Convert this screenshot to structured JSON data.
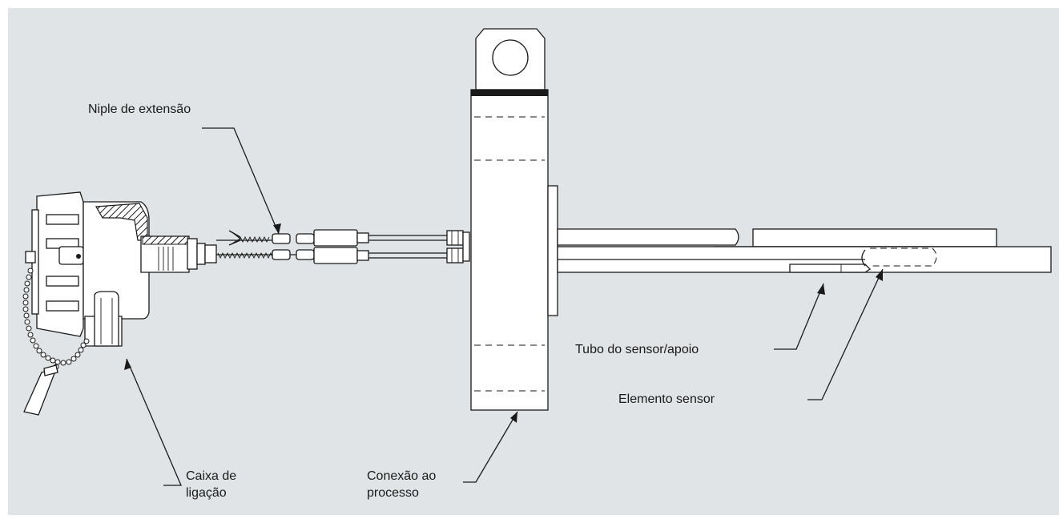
{
  "labels": {
    "niple": "Niple de extensão",
    "caixa_line1": "Caixa de",
    "caixa_line2": "ligação",
    "conexao_line1": "Conexão ao",
    "conexao_line2": "processo",
    "tubo": "Tubo do sensor/apoio",
    "elemento": "Elemento sensor"
  },
  "colors": {
    "background": "#e0e4e6",
    "line": "#1a1a1a",
    "fill": "#ffffff"
  }
}
